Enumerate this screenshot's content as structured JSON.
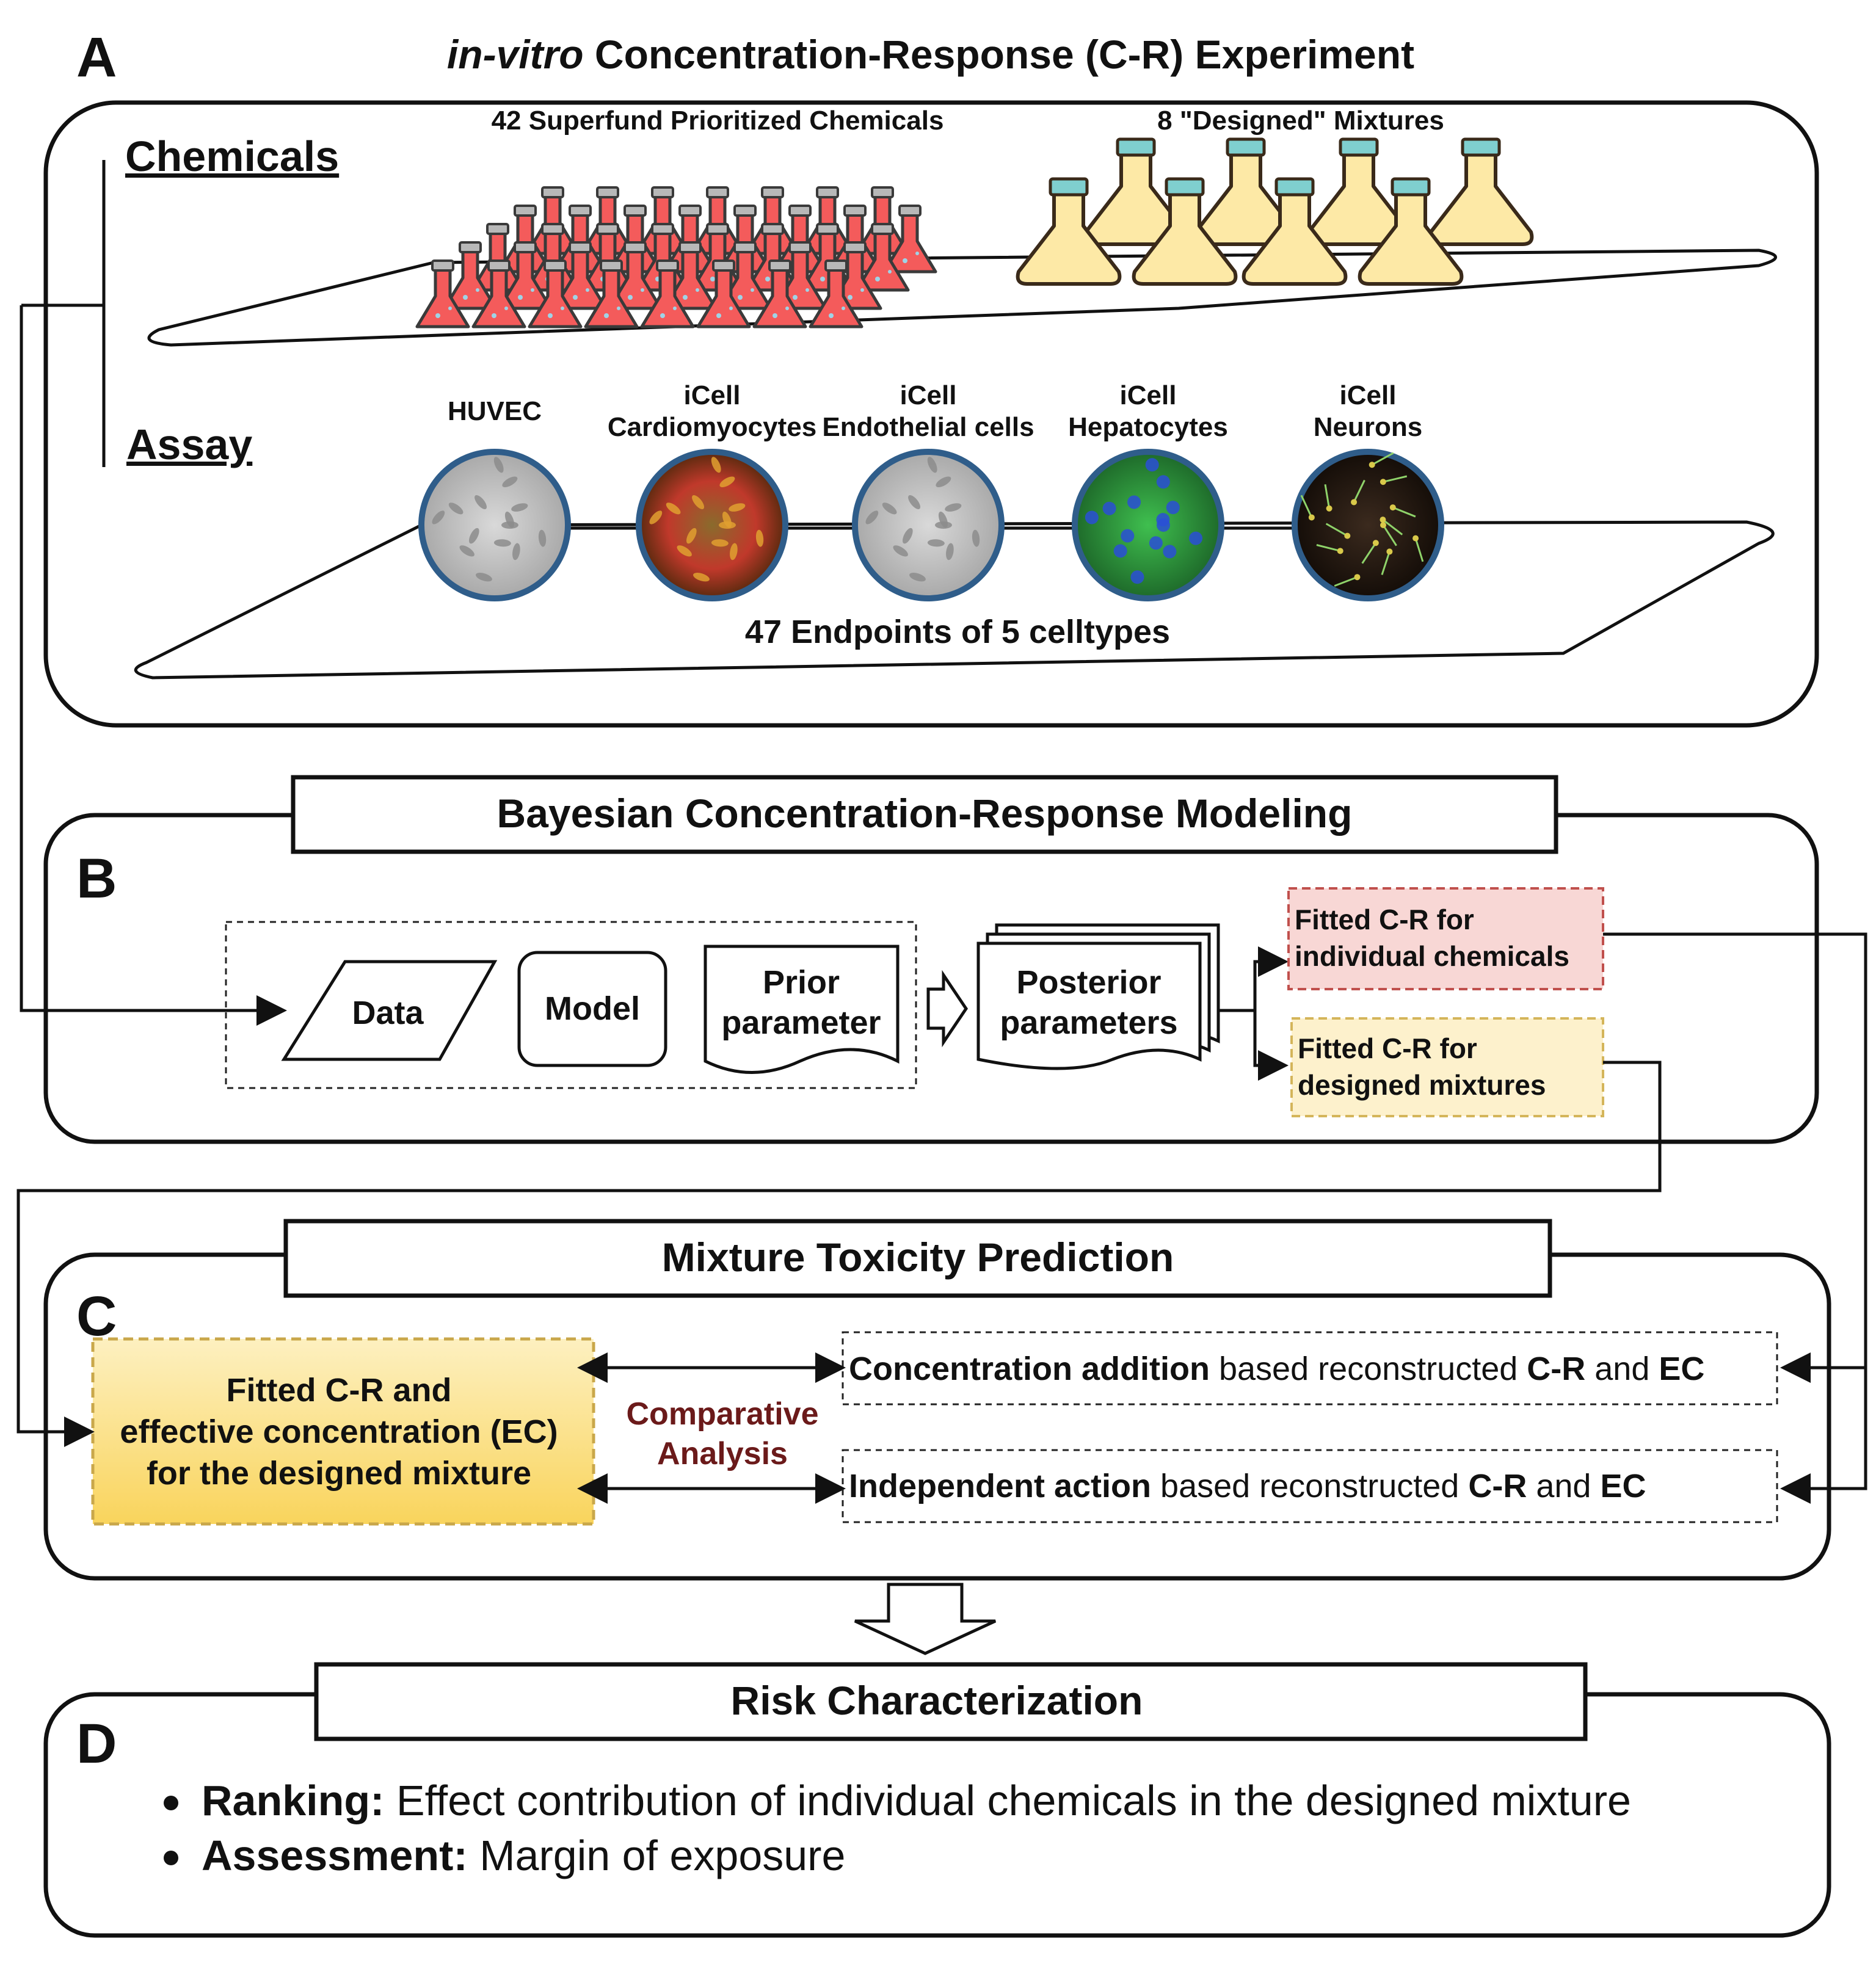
{
  "panel_a": {
    "letter": "A",
    "title_italic": "in-vitro",
    "title_rest": " Concentration-Response (C-R) Experiment",
    "chemicals_label": "Chemicals",
    "assay_label": "Assay",
    "chemicals_caption": "42 Superfund Prioritized Chemicals",
    "mixtures_caption": "8 \"Designed\" Mixtures",
    "cells": [
      {
        "line1": "",
        "line2": "HUVEC"
      },
      {
        "line1": "iCell",
        "line2": "Cardiomyocytes"
      },
      {
        "line1": "iCell",
        "line2": "Endothelial cells"
      },
      {
        "line1": "iCell",
        "line2": "Hepatocytes"
      },
      {
        "line1": "iCell",
        "line2": "Neurons"
      }
    ],
    "endpoints_caption": "47 Endpoints of 5 celltypes"
  },
  "panel_b": {
    "letter": "B",
    "title": "Bayesian Concentration-Response Modeling",
    "data_label": "Data",
    "model_label": "Model",
    "prior_line1": "Prior",
    "prior_line2": "parameter",
    "posterior_line1": "Posterior",
    "posterior_line2": "parameters",
    "fitted_individual_line1": "Fitted C-R for",
    "fitted_individual_line2": "individual chemicals",
    "fitted_mixture_line1": "Fitted C-R for",
    "fitted_mixture_line2": "designed mixtures"
  },
  "panel_c": {
    "letter": "C",
    "title": "Mixture Toxicity Prediction",
    "fitted_line1": "Fitted C-R and",
    "fitted_line2": "effective concentration (EC)",
    "fitted_line3": "for the designed mixture",
    "comparative_line1": "Comparative",
    "comparative_line2": "Analysis",
    "ca_bold": "Concentration addition",
    "ca_rest": " based reconstructed ",
    "ca_cr": "C-R",
    "ca_and": " and ",
    "ca_ec": "EC",
    "ia_bold": "Independent action",
    "ia_rest": " based reconstructed ",
    "ia_cr": "C-R",
    "ia_and": " and ",
    "ia_ec": "EC"
  },
  "panel_d": {
    "letter": "D",
    "title": "Risk Characterization",
    "bullets": [
      {
        "bold": "Ranking:",
        "text": " Effect contribution of individual chemicals in the designed mixture"
      },
      {
        "bold": "Assessment:",
        "text": " Margin of exposure"
      }
    ]
  },
  "colors": {
    "chemical_flask": "#f45b5b",
    "mixture_flask": "#fde9a6",
    "flask_cap": "#7fcfcf",
    "individual_box": "#f8d7d5",
    "individual_border": "#c0504d",
    "mixture_box": "#fdf1cc",
    "mixture_border": "#d4b55a",
    "comparative_text": "#6b1a1a",
    "cell_rim": "#2f5d8a"
  }
}
